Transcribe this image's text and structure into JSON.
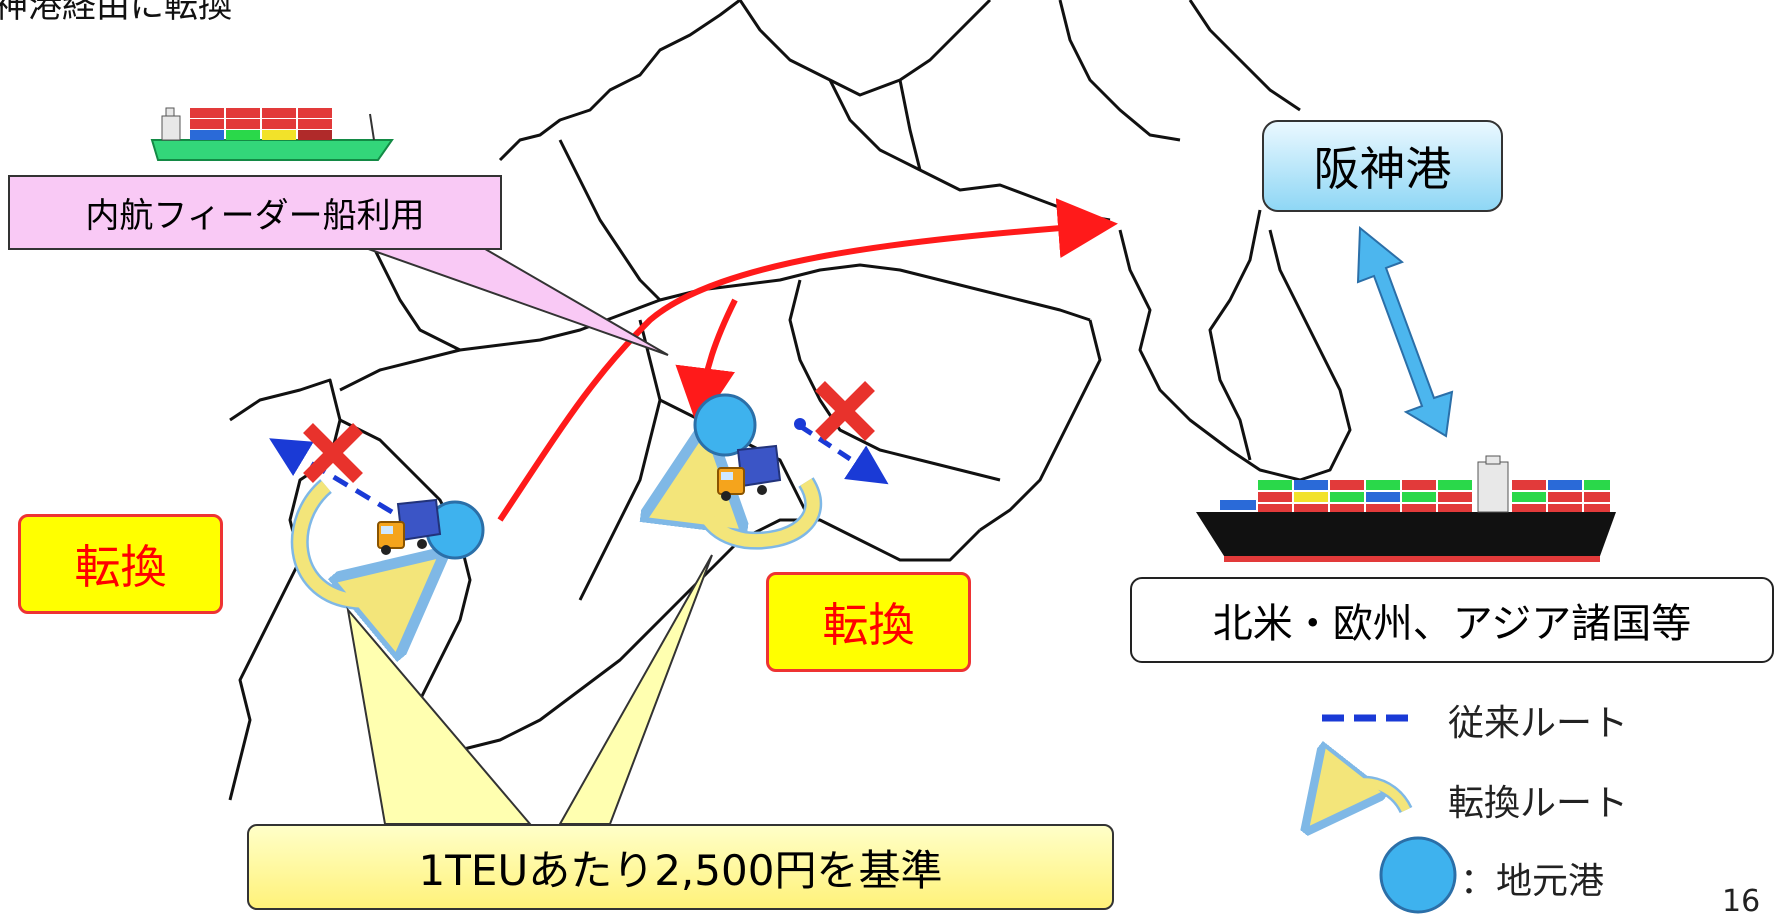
{
  "page": {
    "title_partial": "神港経由に転換",
    "page_number": "16"
  },
  "callouts": {
    "feeder": "内航フィーダー船利用",
    "cost": "1TEUあたり2,500円を基準"
  },
  "labels": {
    "hanshin_port": "阪神港",
    "switch_left": "転換",
    "switch_right": "転換",
    "destinations": "北米・欧州、アジア諸国等"
  },
  "legend": {
    "conventional_route": "従来ルート",
    "switched_route": "転換ルート",
    "local_port": "：地元港"
  },
  "colors": {
    "map_line": "#111111",
    "route_red": "#ff1a1a",
    "conventional_blue": "#1a3ad6",
    "local_port": "#3eb2ee",
    "sea_arrow": "#4cb6ee",
    "switch_arrow": "#f3e57a",
    "cross_red": "#e8322c"
  },
  "icons": {
    "feeder_ship": "small-container-ship-icon",
    "ocean_ship": "large-container-ship-icon",
    "truck": "truck-icon",
    "cross": "cross-mark-icon"
  }
}
